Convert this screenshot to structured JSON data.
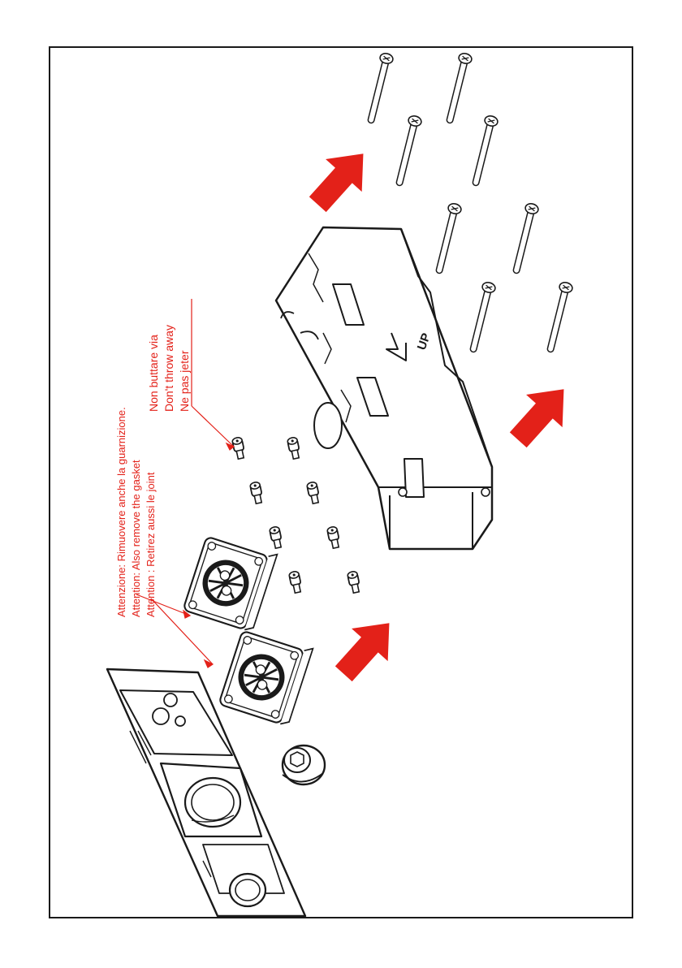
{
  "notes": {
    "gasket": [
      "Attenzione: Rimuovere anche la guarnizione.",
      "Attention: Also remove the gasket",
      "Attention : Retirez aussi le joint"
    ],
    "keep": [
      "Non buttare via",
      "Don't throw away",
      "Ne pas jeter"
    ]
  },
  "embossed": {
    "up_label": "UP"
  },
  "colors": {
    "annotation": "#e32119",
    "arrow": "#e32119",
    "line": "#1a1a1a"
  }
}
